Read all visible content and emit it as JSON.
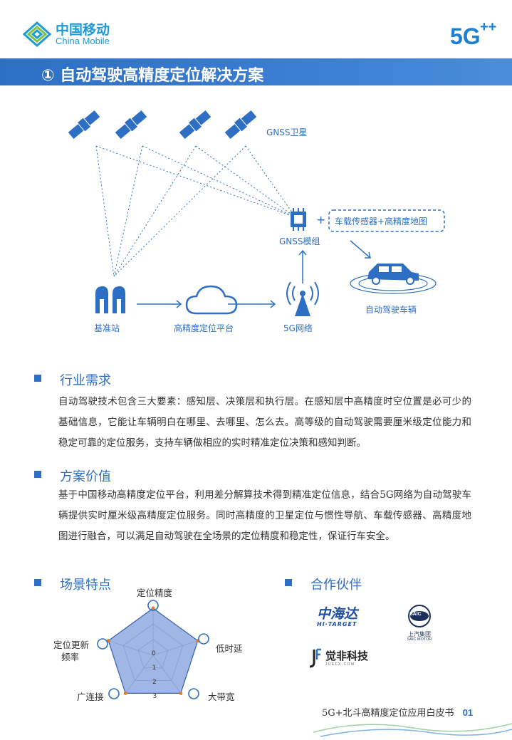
{
  "header": {
    "logo_cn": "中国移动",
    "logo_en": "China Mobile",
    "badge": "5G++"
  },
  "banner": {
    "title": "① 自动驾驶高精度定位解决方案"
  },
  "diagram": {
    "gnss_satellite": "GNSS卫星",
    "gnss_module": "GNSS模组",
    "sensors_box": "车载传感器+高精度地图",
    "vehicle": "自动驾驶车辆",
    "base_station": "基准站",
    "platform": "高精度定位平台",
    "network": "5G网络"
  },
  "sections": {
    "demand": {
      "title": "行业需求",
      "text": "自动驾驶技术包含三大要素：感知层、决策层和执行层。在感知层中高精度时空位置是必可少的基础信息，它能让车辆明白在哪里、去哪里、怎么去。高等级的自动驾驶需要厘米级定位能力和稳定可靠的定位服务，支持车辆做相应的实时精准定位决策和感知判断。"
    },
    "value": {
      "title": "方案价值",
      "text": "基于中国移动高精度定位平台，利用差分解算技术得到精准定位信息，结合5G网络为自动驾驶车辆提供实时厘米级高精度定位服务。同时高精度的卫星定位与惯性导航、车载传感器、高精度地图进行融合，可以满足自动驾驶在全场景的定位精度和稳定性，保证行车安全。"
    },
    "features": {
      "title": "场景特点"
    },
    "partners": {
      "title": "合作伙伴"
    }
  },
  "radar": {
    "axes": [
      "定位精度",
      "低时延",
      "大带宽",
      "广连接",
      "定位更新频率"
    ],
    "axis_label_update_1": "定位更新",
    "axis_label_update_2": "频率",
    "ticks": [
      "0",
      "1",
      "2",
      "3"
    ],
    "values": [
      3,
      3,
      3,
      3,
      3
    ],
    "fill_color": "#8fa9e0"
  },
  "partners": {
    "hitarget_cn": "中海达",
    "hitarget_en": "HI·TARGET",
    "saic_cn": "上汽集团",
    "saic_en": "SAIC MOTOR",
    "saic_badge": "SAIC",
    "juefei_cn": "觉非科技",
    "juefei_en": "J U E F X . C O M"
  },
  "footer": {
    "text": "5G+北斗高精度定位应用白皮书",
    "page": "01"
  },
  "colors": {
    "brand": "#2d6fc4",
    "logo": "#1e9bd7"
  }
}
